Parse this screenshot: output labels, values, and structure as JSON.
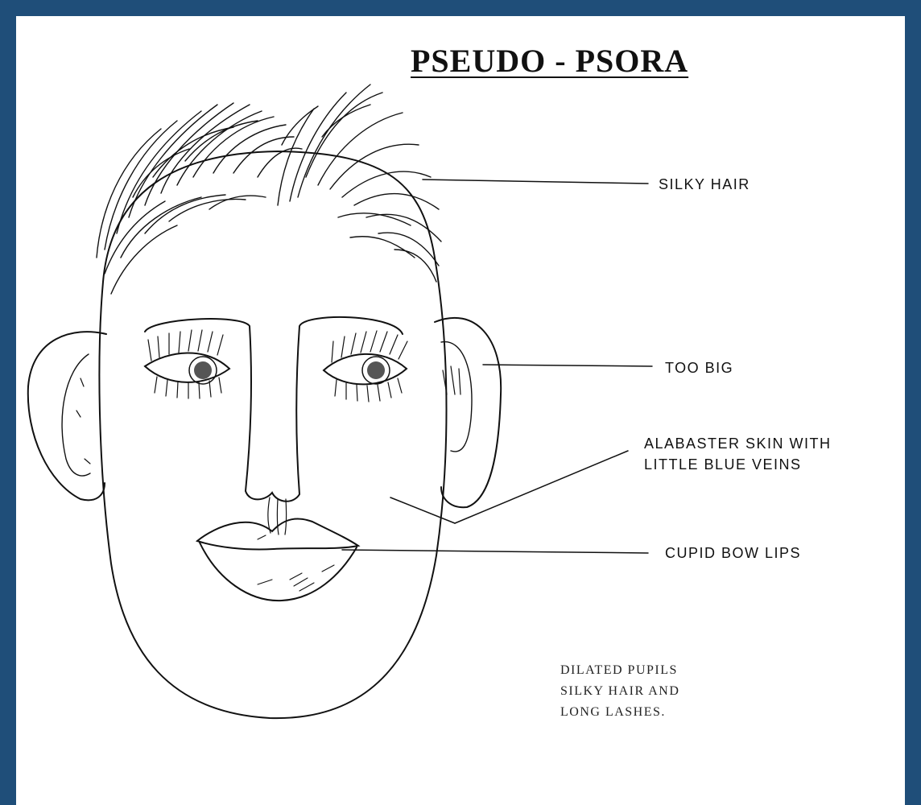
{
  "title": "PSEUDO - PSORA",
  "labels": {
    "hair": "SILKY HAIR",
    "ears": "TOO BIG",
    "skin_line1": "ALABASTER SKIN WITH",
    "skin_line2": "LITTLE BLUE VEINS",
    "lips": "CUPID BOW LIPS"
  },
  "note": {
    "line1": "DILATED PUPILS",
    "line2": "SILKY HAIR AND",
    "line3": "LONG LASHES."
  },
  "colors": {
    "frame": "#1f4e79",
    "paper": "#ffffff",
    "ink": "#111111"
  }
}
